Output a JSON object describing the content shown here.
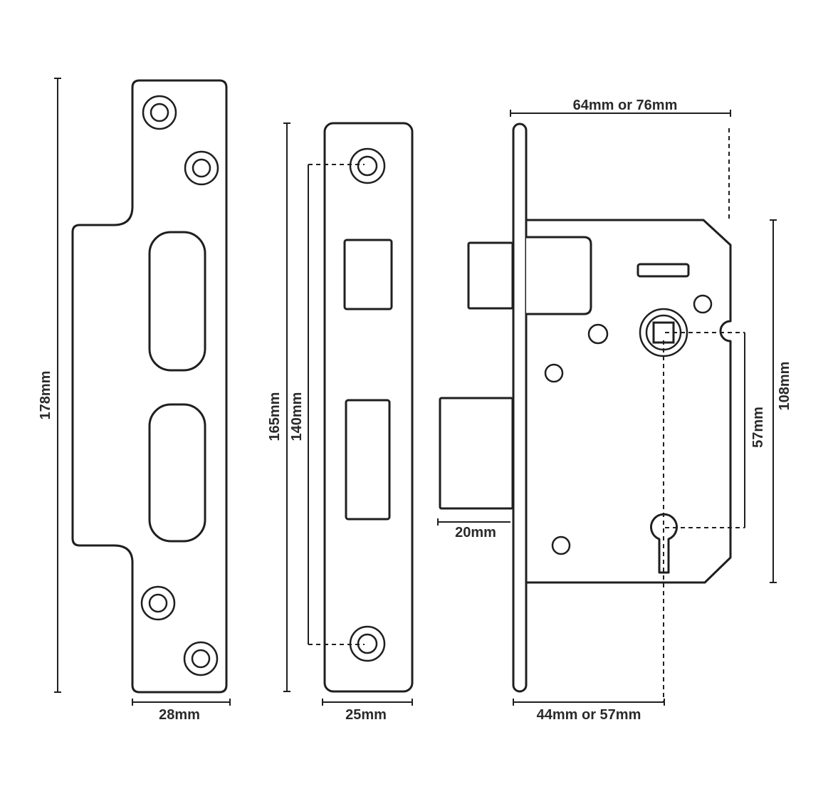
{
  "dimensions": {
    "strike_plate_height": "178mm",
    "strike_plate_width": "28mm",
    "forend_height": "165mm",
    "forend_hole_centres": "140mm",
    "forend_width": "25mm",
    "case_depth": "64mm or 76mm",
    "backset": "44mm or 57mm",
    "bolt_throw": "20mm",
    "case_height": "108mm",
    "centres": "57mm"
  },
  "colors": {
    "line": "#1f1f1f",
    "text": "#2a2a2a",
    "background": "#ffffff"
  }
}
